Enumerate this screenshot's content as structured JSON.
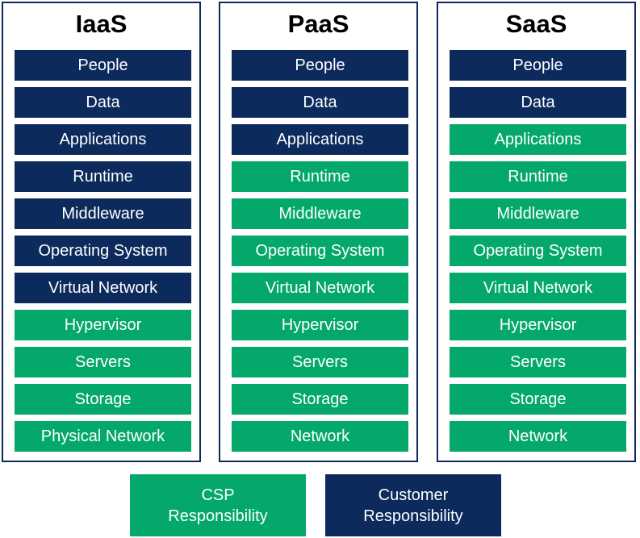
{
  "colors": {
    "customer": "#0c2a5b",
    "csp": "#04a86b",
    "border": "#0f2a5a"
  },
  "columns": [
    {
      "title": "IaaS",
      "rows": [
        {
          "label": "People",
          "owner": "customer"
        },
        {
          "label": "Data",
          "owner": "customer"
        },
        {
          "label": "Applications",
          "owner": "customer"
        },
        {
          "label": "Runtime",
          "owner": "customer"
        },
        {
          "label": "Middleware",
          "owner": "customer"
        },
        {
          "label": "Operating System",
          "owner": "customer"
        },
        {
          "label": "Virtual Network",
          "owner": "customer"
        },
        {
          "label": "Hypervisor",
          "owner": "csp"
        },
        {
          "label": "Servers",
          "owner": "csp"
        },
        {
          "label": "Storage",
          "owner": "csp"
        },
        {
          "label": "Physical Network",
          "owner": "csp"
        }
      ]
    },
    {
      "title": "PaaS",
      "rows": [
        {
          "label": "People",
          "owner": "customer"
        },
        {
          "label": "Data",
          "owner": "customer"
        },
        {
          "label": "Applications",
          "owner": "customer"
        },
        {
          "label": "Runtime",
          "owner": "csp"
        },
        {
          "label": "Middleware",
          "owner": "csp"
        },
        {
          "label": "Operating System",
          "owner": "csp"
        },
        {
          "label": "Virtual Network",
          "owner": "csp"
        },
        {
          "label": "Hypervisor",
          "owner": "csp"
        },
        {
          "label": "Servers",
          "owner": "csp"
        },
        {
          "label": "Storage",
          "owner": "csp"
        },
        {
          "label": "Network",
          "owner": "csp"
        }
      ]
    },
    {
      "title": "SaaS",
      "rows": [
        {
          "label": "People",
          "owner": "customer"
        },
        {
          "label": "Data",
          "owner": "customer"
        },
        {
          "label": "Applications",
          "owner": "csp"
        },
        {
          "label": "Runtime",
          "owner": "csp"
        },
        {
          "label": "Middleware",
          "owner": "csp"
        },
        {
          "label": "Operating System",
          "owner": "csp"
        },
        {
          "label": "Virtual Network",
          "owner": "csp"
        },
        {
          "label": "Hypervisor",
          "owner": "csp"
        },
        {
          "label": "Servers",
          "owner": "csp"
        },
        {
          "label": "Storage",
          "owner": "csp"
        },
        {
          "label": "Network",
          "owner": "csp"
        }
      ]
    }
  ],
  "legend": {
    "csp": {
      "line1": "CSP",
      "line2": "Responsibility"
    },
    "customer": {
      "line1": "Customer",
      "line2": "Responsibility"
    }
  }
}
